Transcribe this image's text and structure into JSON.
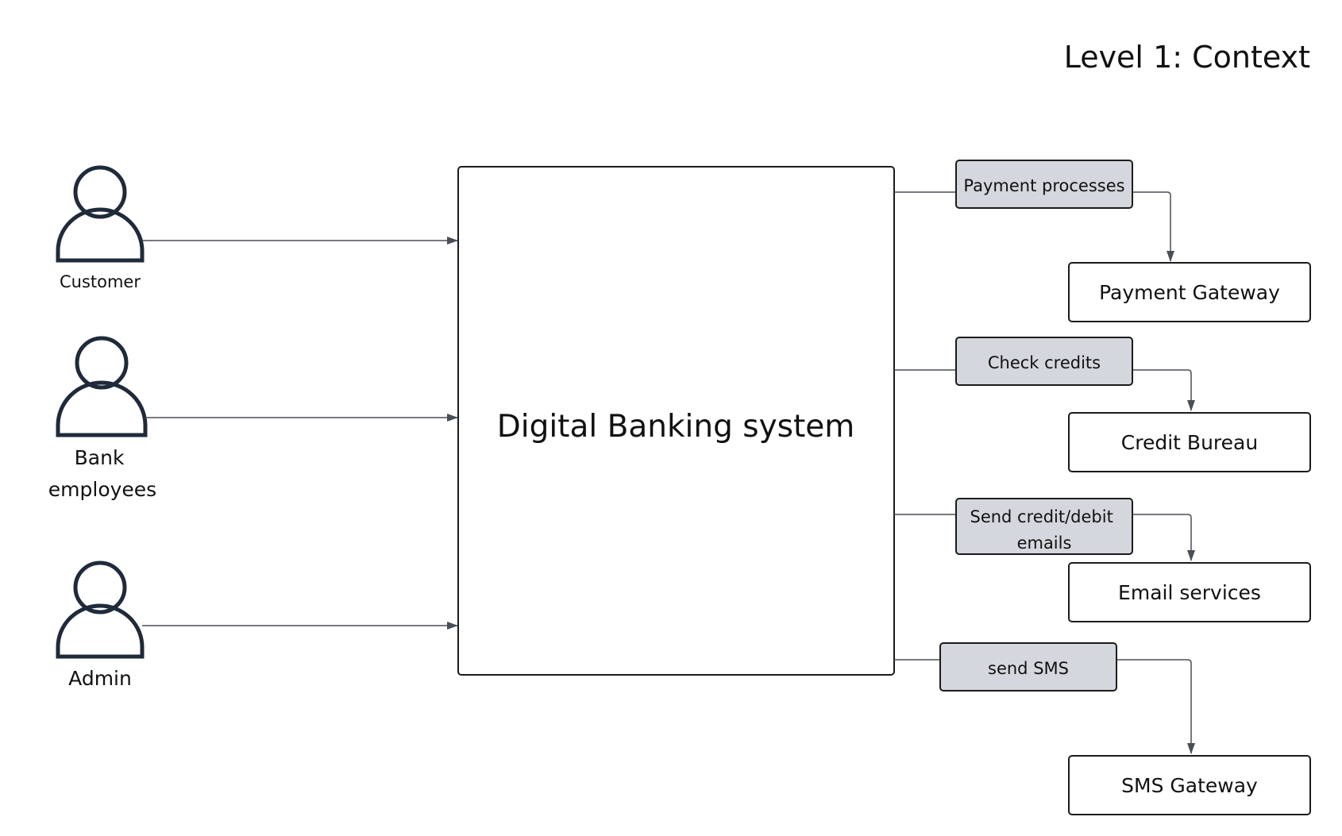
{
  "title": "Level 1: Context",
  "system": {
    "label": "Digital Banking system"
  },
  "actors": [
    {
      "id": "customer",
      "lines": [
        "Customer"
      ]
    },
    {
      "id": "bank-employees",
      "lines": [
        "Bank",
        "employees"
      ]
    },
    {
      "id": "admin",
      "lines": [
        "Admin"
      ]
    }
  ],
  "relations": [
    {
      "id": "payment-processes",
      "lines": [
        "Payment processes"
      ],
      "target": "Payment Gateway"
    },
    {
      "id": "check-credits",
      "lines": [
        "Check credits"
      ],
      "target": "Credit Bureau"
    },
    {
      "id": "send-emails",
      "lines": [
        "Send credit/debit",
        "emails"
      ],
      "target": "Email services"
    },
    {
      "id": "send-sms",
      "lines": [
        "send SMS"
      ],
      "target": "SMS Gateway"
    }
  ],
  "colors": {
    "relation_fill": "#d4d7dd",
    "actor_stroke": "#1f2a3a",
    "connector": "#4a4f57"
  }
}
